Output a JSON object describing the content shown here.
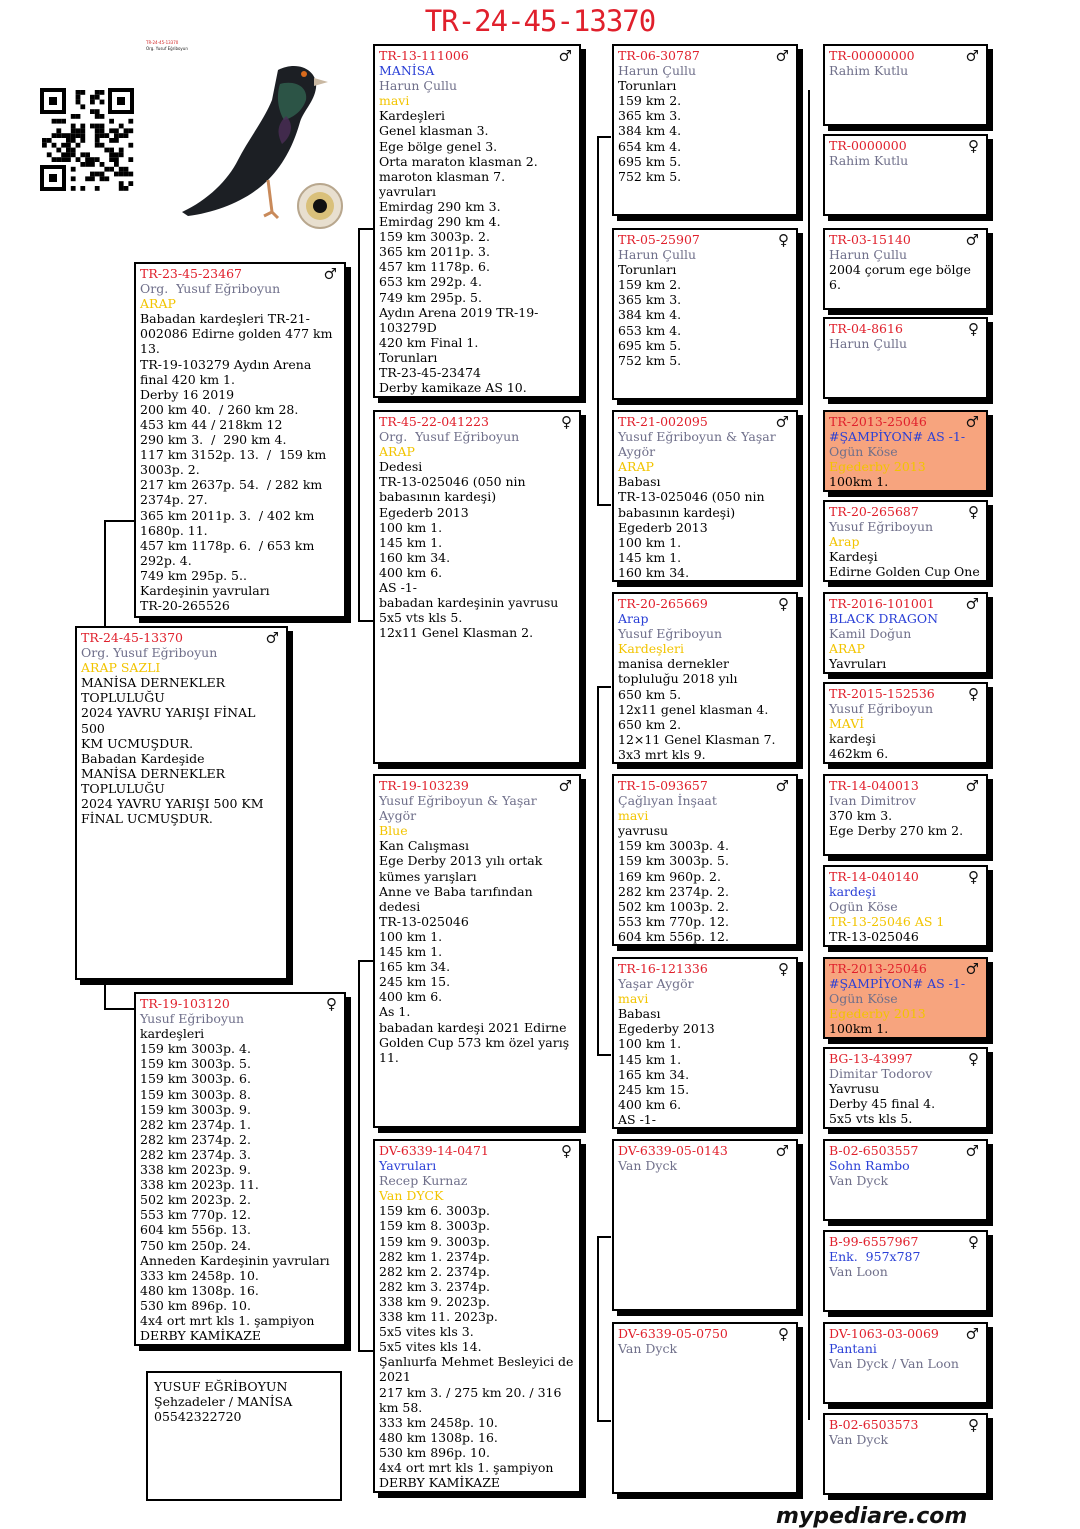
{
  "title": "TR-24-45-13370",
  "brand": "mypediare.com",
  "owner_box": [
    "YUSUF EĞRİBOYUN",
    "Şehzadeler / MANİSA",
    "05542322720"
  ],
  "thumbnail_text": [
    "TR-24-45-13370",
    "Org. Yusuf Eğriboyun"
  ],
  "colors": {
    "ring": "#e0202c",
    "name": "#2a3fd6",
    "owner": "#6f6f8a",
    "color": "#f2c400",
    "highlight": "#f7a47e"
  },
  "cards": [
    {
      "id": "subject",
      "ring": "TR-24-45-13370",
      "sex": "♂",
      "lines": [
        {
          "t": "Org. Yusuf Eğriboyun",
          "c": "ow"
        },
        {
          "t": "ARAP SAZLI",
          "c": "cl"
        },
        {
          "t": "MANİSA DERNEKLER TOPLULUĞU"
        },
        {
          "t": "2024 YAVRU YARIŞI FİNAL 500"
        },
        {
          "t": "KM UCMUŞDUR."
        },
        {
          "t": "Babadan Kardeşide"
        },
        {
          "t": "MANİSA DERNEKLER TOPLULUĞU"
        },
        {
          "t": "2024 YAVRU YARIŞI 500 KM"
        },
        {
          "t": "FİNAL UCMUŞDUR."
        }
      ]
    },
    {
      "id": "sire",
      "ring": "TR-23-45-23467",
      "sex": "♂",
      "lines": [
        {
          "t": "Org.  Yusuf Eğriboyun",
          "c": "ow"
        },
        {
          "t": "ARAP",
          "c": "cl"
        },
        {
          "t": "Babadan kardeşleri TR-21-"
        },
        {
          "t": "002086 Edirne golden 477 km"
        },
        {
          "t": "13."
        },
        {
          "t": "TR-19-103279 Aydın Arena"
        },
        {
          "t": "final 420 km 1."
        },
        {
          "t": "Derby 16 2019"
        },
        {
          "t": "200 km 40.  / 260 km 28."
        },
        {
          "t": "453 km 44 / 218km 12"
        },
        {
          "t": "290 km 3.  /  290 km 4."
        },
        {
          "t": "117 km 3152p. 13.  /  159 km"
        },
        {
          "t": "3003p. 2."
        },
        {
          "t": "217 km 2637p. 54.  / 282 km"
        },
        {
          "t": "2374p. 27."
        },
        {
          "t": "365 km 2011p. 3.  / 402 km"
        },
        {
          "t": "1680p. 11."
        },
        {
          "t": "457 km 1178p. 6.  / 653 km"
        },
        {
          "t": "292p. 4."
        },
        {
          "t": "749 km 295p. 5.."
        },
        {
          "t": "Kardeşinin yavruları"
        },
        {
          "t": "TR-20-265526"
        }
      ]
    },
    {
      "id": "dam",
      "ring": "TR-19-103120",
      "sex": "♀",
      "lines": [
        {
          "t": "Yusuf Eğriboyun",
          "c": "ow"
        },
        {
          "t": "kardeşleri"
        },
        {
          "t": "159 km 3003p. 4."
        },
        {
          "t": "159 km 3003p. 5."
        },
        {
          "t": "159 km 3003p. 6."
        },
        {
          "t": "159 km 3003p. 8."
        },
        {
          "t": "159 km 3003p. 9."
        },
        {
          "t": "282 km 2374p. 1."
        },
        {
          "t": "282 km 2374p. 2."
        },
        {
          "t": "282 km 2374p. 3."
        },
        {
          "t": "338 km 2023p. 9."
        },
        {
          "t": "338 km 2023p. 11."
        },
        {
          "t": "502 km 2023p. 2."
        },
        {
          "t": "553 km 770p. 12."
        },
        {
          "t": "604 km 556p. 13."
        },
        {
          "t": "750 km 250p. 24."
        },
        {
          "t": "Anneden Kardeşinin yavruları"
        },
        {
          "t": "333 km 2458p. 10."
        },
        {
          "t": "480 km 1308p. 16."
        },
        {
          "t": "530 km 896p. 10."
        },
        {
          "t": "4x4 ort mrt kls 1. şampiyon"
        },
        {
          "t": "DERBY KAMİKAZE"
        }
      ]
    },
    {
      "id": "ss",
      "ring": "TR-13-111006",
      "sex": "♂",
      "lines": [
        {
          "t": "MANİSA",
          "c": "nm"
        },
        {
          "t": "Harun Çullu",
          "c": "ow"
        },
        {
          "t": "mavi",
          "c": "cl"
        },
        {
          "t": "Kardeşleri"
        },
        {
          "t": "Genel klasman 3."
        },
        {
          "t": "Ege bölge genel 3."
        },
        {
          "t": "Orta maraton klasman 2."
        },
        {
          "t": "maroton klasman 7."
        },
        {
          "t": "yavruları"
        },
        {
          "t": "Emirdag 290 km 3."
        },
        {
          "t": "Emirdag 290 km 4."
        },
        {
          "t": "159 km 3003p. 2."
        },
        {
          "t": "365 km 2011p. 3."
        },
        {
          "t": "457 km 1178p. 6."
        },
        {
          "t": "653 km 292p. 4."
        },
        {
          "t": "749 km 295p. 5."
        },
        {
          "t": "Aydın Arena 2019 TR-19-"
        },
        {
          "t": "103279D"
        },
        {
          "t": "420 km Final 1."
        },
        {
          "t": "Torunları"
        },
        {
          "t": "TR-23-45-23474"
        },
        {
          "t": "Derby kamikaze AS 10."
        }
      ]
    },
    {
      "id": "sd",
      "ring": "TR-45-22-041223",
      "sex": "♀",
      "lines": [
        {
          "t": "Org.  Yusuf Eğriboyun",
          "c": "ow"
        },
        {
          "t": "ARAP",
          "c": "cl"
        },
        {
          "t": "Dedesi"
        },
        {
          "t": "TR-13-025046 (050 nin"
        },
        {
          "t": "babasının kardeşi)"
        },
        {
          "t": "Egederb 2013"
        },
        {
          "t": "100 km 1."
        },
        {
          "t": "145 km 1."
        },
        {
          "t": "160 km 34."
        },
        {
          "t": "400 km 6."
        },
        {
          "t": "AS -1-"
        },
        {
          "t": "babadan kardeşinin yavrusu"
        },
        {
          "t": "5x5 vts kls 5."
        },
        {
          "t": "12x11 Genel Klasman 2."
        }
      ]
    },
    {
      "id": "ds",
      "ring": "TR-19-103239",
      "sex": "♂",
      "lines": [
        {
          "t": "Yusuf Eğriboyun & Yaşar Aygör",
          "c": "ow"
        },
        {
          "t": "Blue",
          "c": "cl"
        },
        {
          "t": "Kan Calışması"
        },
        {
          "t": "Ege Derby 2013 yılı ortak"
        },
        {
          "t": "kümes yarışları"
        },
        {
          "t": "Anne ve Baba tarıfından"
        },
        {
          "t": "dedesi"
        },
        {
          "t": "TR-13-025046"
        },
        {
          "t": "100 km 1."
        },
        {
          "t": "145 km 1."
        },
        {
          "t": "165 km 34."
        },
        {
          "t": "245 km 15."
        },
        {
          "t": "400 km 6."
        },
        {
          "t": "As 1."
        },
        {
          "t": "babadan kardeşi 2021 Edirne"
        },
        {
          "t": "Golden Cup 573 km özel yarış"
        },
        {
          "t": "11."
        }
      ]
    },
    {
      "id": "dd",
      "ring": "DV-6339-14-0471",
      "sex": "♀",
      "lines": [
        {
          "t": "Yavruları",
          "c": "nm"
        },
        {
          "t": "Recep Kurnaz",
          "c": "ow"
        },
        {
          "t": "Van DYCK",
          "c": "cl"
        },
        {
          "t": "159 km 6. 3003p."
        },
        {
          "t": "159 km 8. 3003p."
        },
        {
          "t": "159 km 9. 3003p."
        },
        {
          "t": "282 km 1. 2374p."
        },
        {
          "t": "282 km 2. 2374p."
        },
        {
          "t": "282 km 3. 2374p."
        },
        {
          "t": "338 km 9. 2023p."
        },
        {
          "t": "338 km 11. 2023p."
        },
        {
          "t": "5x5 vites kls 3."
        },
        {
          "t": "5x5 vites kls 14."
        },
        {
          "t": "Şanlıurfa Mehmet Besleyici de"
        },
        {
          "t": "2021"
        },
        {
          "t": "217 km 3. / 275 km 20. / 316"
        },
        {
          "t": "km 58."
        },
        {
          "t": "333 km 2458p. 10."
        },
        {
          "t": "480 km 1308p. 16."
        },
        {
          "t": "530 km 896p. 10."
        },
        {
          "t": "4x4 ort mrt kls 1. şampiyon"
        },
        {
          "t": "DERBY KAMİKAZE"
        }
      ]
    },
    {
      "id": "sss",
      "ring": "TR-06-30787",
      "sex": "♂",
      "lines": [
        {
          "t": "Harun Çullu",
          "c": "ow"
        },
        {
          "t": "Torunları"
        },
        {
          "t": "159 km 2."
        },
        {
          "t": "365 km 3."
        },
        {
          "t": "384 km 4."
        },
        {
          "t": "654 km 4."
        },
        {
          "t": "695 km 5."
        },
        {
          "t": "752 km 5."
        }
      ]
    },
    {
      "id": "ssd",
      "ring": "TR-05-25907",
      "sex": "♀",
      "lines": [
        {
          "t": "Harun Çullu",
          "c": "ow"
        },
        {
          "t": "Torunları"
        },
        {
          "t": "159 km 2."
        },
        {
          "t": "365 km 3."
        },
        {
          "t": "384 km 4."
        },
        {
          "t": "653 km 4."
        },
        {
          "t": "695 km 5."
        },
        {
          "t": "752 km 5."
        }
      ]
    },
    {
      "id": "sds",
      "ring": "TR-21-002095",
      "sex": "♂",
      "lines": [
        {
          "t": "Yusuf Eğriboyun & Yaşar",
          "c": "ow"
        },
        {
          "t": "Aygör",
          "c": "ow"
        },
        {
          "t": "ARAP",
          "c": "cl"
        },
        {
          "t": "Babası"
        },
        {
          "t": "TR-13-025046 (050 nin"
        },
        {
          "t": "babasının kardeşi)"
        },
        {
          "t": "Egederb 2013"
        },
        {
          "t": "100 km 1."
        },
        {
          "t": "145 km 1."
        },
        {
          "t": "160 km 34."
        }
      ]
    },
    {
      "id": "sdd",
      "ring": "TR-20-265669",
      "sex": "♀",
      "lines": [
        {
          "t": "Arap",
          "c": "nm"
        },
        {
          "t": "Yusuf Eğriboyun",
          "c": "ow"
        },
        {
          "t": "Kardeşleri",
          "c": "cl"
        },
        {
          "t": "manisa dernekler"
        },
        {
          "t": "topluluğu 2018 yılı"
        },
        {
          "t": "650 km 5."
        },
        {
          "t": "12x11 genel klasman 4."
        },
        {
          "t": "650 km 2."
        },
        {
          "t": "12×11 Genel Klasman 7."
        },
        {
          "t": "3x3 mrt kls 9."
        }
      ]
    },
    {
      "id": "dss",
      "ring": "TR-15-093657",
      "sex": "♂",
      "lines": [
        {
          "t": "Çağlıyan İnşaat",
          "c": "ow"
        },
        {
          "t": "mavi",
          "c": "cl"
        },
        {
          "t": "yavrusu"
        },
        {
          "t": "159 km 3003p. 4."
        },
        {
          "t": "159 km 3003p. 5."
        },
        {
          "t": "169 km 960p. 2."
        },
        {
          "t": "282 km 2374p. 2."
        },
        {
          "t": "502 km 1003p. 2."
        },
        {
          "t": "553 km 770p. 12."
        },
        {
          "t": "604 km 556p. 12."
        }
      ]
    },
    {
      "id": "dsd",
      "ring": "TR-16-121336",
      "sex": "♀",
      "lines": [
        {
          "t": "Yaşar Aygör",
          "c": "ow"
        },
        {
          "t": "mavi",
          "c": "cl"
        },
        {
          "t": "Babası"
        },
        {
          "t": "Egederby 2013"
        },
        {
          "t": "100 km 1."
        },
        {
          "t": "145 km 1."
        },
        {
          "t": "165 km 34."
        },
        {
          "t": "245 km 15."
        },
        {
          "t": "400 km 6."
        },
        {
          "t": "AS -1-"
        }
      ]
    },
    {
      "id": "dds",
      "ring": "DV-6339-05-0143",
      "sex": "♂",
      "lines": [
        {
          "t": "Van Dyck",
          "c": "ow"
        }
      ]
    },
    {
      "id": "ddd",
      "ring": "DV-6339-05-0750",
      "sex": "♀",
      "lines": [
        {
          "t": "Van Dyck",
          "c": "ow"
        }
      ]
    },
    {
      "id": "g1",
      "ring": "TR-00000000",
      "sex": "♂",
      "lines": [
        {
          "t": "Rahim Kutlu",
          "c": "ow"
        }
      ]
    },
    {
      "id": "g2",
      "ring": "TR-0000000",
      "sex": "♀",
      "lines": [
        {
          "t": "Rahim Kutlu",
          "c": "ow"
        }
      ]
    },
    {
      "id": "g3",
      "ring": "TR-03-15140",
      "sex": "♂",
      "lines": [
        {
          "t": "Harun Çullu",
          "c": "ow"
        },
        {
          "t": "2004 çorum ege bölge"
        },
        {
          "t": "6."
        }
      ]
    },
    {
      "id": "g4",
      "ring": "TR-04-8616",
      "sex": "♀",
      "lines": [
        {
          "t": "Harun Çullu",
          "c": "ow"
        }
      ]
    },
    {
      "id": "g5",
      "ring": "TR-2013-25046",
      "sex": "♂",
      "highlight": true,
      "lines": [
        {
          "t": "#ŞAMPİYON# AS -1-",
          "c": "nm"
        },
        {
          "t": "Ogün Köse",
          "c": "ow"
        },
        {
          "t": "Egederby 2013",
          "c": "cl"
        },
        {
          "t": "100km 1."
        }
      ]
    },
    {
      "id": "g6",
      "ring": "TR-20-265687",
      "sex": "♀",
      "lines": [
        {
          "t": "Yusuf Eğriboyun",
          "c": "ow"
        },
        {
          "t": "Arap",
          "c": "cl"
        },
        {
          "t": "Kardeşi"
        },
        {
          "t": "Edirne Golden Cup One"
        }
      ]
    },
    {
      "id": "g7",
      "ring": "TR-2016-101001",
      "sex": "♂",
      "lines": [
        {
          "t": "BLACK DRAGON",
          "c": "nm"
        },
        {
          "t": "Kamil Doğun",
          "c": "ow"
        },
        {
          "t": "ARAP",
          "c": "cl"
        },
        {
          "t": "Yavruları"
        }
      ]
    },
    {
      "id": "g8",
      "ring": "TR-2015-152536",
      "sex": "♀",
      "lines": [
        {
          "t": "Yusuf Eğriboyun",
          "c": "ow"
        },
        {
          "t": "MAVİ",
          "c": "cl"
        },
        {
          "t": "kardeşi"
        },
        {
          "t": "462km 6."
        }
      ]
    },
    {
      "id": "g9",
      "ring": "TR-14-040013",
      "sex": "♂",
      "lines": [
        {
          "t": "Ivan Dimitrov",
          "c": "ow"
        },
        {
          "t": "370 km 3."
        },
        {
          "t": "Ege Derby 270 km 2."
        }
      ]
    },
    {
      "id": "g10",
      "ring": "TR-14-040140",
      "sex": "♀",
      "lines": [
        {
          "t": "kardeşi",
          "c": "nm"
        },
        {
          "t": "Ogün Köse",
          "c": "ow"
        },
        {
          "t": "TR-13-25046 AS 1",
          "c": "cl"
        },
        {
          "t": "TR-13-025046"
        }
      ]
    },
    {
      "id": "g11",
      "ring": "TR-2013-25046",
      "sex": "♂",
      "highlight": true,
      "lines": [
        {
          "t": "#ŞAMPİYON# AS -1-",
          "c": "nm"
        },
        {
          "t": "Ogün Köse",
          "c": "ow"
        },
        {
          "t": "Egederby 2013",
          "c": "cl"
        },
        {
          "t": "100km 1."
        }
      ]
    },
    {
      "id": "g12",
      "ring": "BG-13-43997",
      "sex": "♀",
      "lines": [
        {
          "t": "Dimitar Todorov",
          "c": "ow"
        },
        {
          "t": "Yavrusu"
        },
        {
          "t": "Derby 45 final 4."
        },
        {
          "t": "5x5 vts kls 5."
        }
      ]
    },
    {
      "id": "g13",
      "ring": "B-02-6503557",
      "sex": "♂",
      "lines": [
        {
          "t": "Sohn Rambo",
          "c": "nm"
        },
        {
          "t": "Van Dyck",
          "c": "ow"
        }
      ]
    },
    {
      "id": "g14",
      "ring": "B-99-6557967",
      "sex": "♀",
      "lines": [
        {
          "t": "Enk.  957x787",
          "c": "nm"
        },
        {
          "t": "Van Loon",
          "c": "ow"
        }
      ]
    },
    {
      "id": "g15",
      "ring": "DV-1063-03-0069",
      "sex": "♂",
      "lines": [
        {
          "t": "Pantani",
          "c": "nm"
        },
        {
          "t": "Van Dyck / Van Loon",
          "c": "ow"
        }
      ]
    },
    {
      "id": "g16",
      "ring": "B-02-6503573",
      "sex": "♀",
      "lines": [
        {
          "t": "Van Dyck",
          "c": "ow"
        }
      ]
    }
  ]
}
